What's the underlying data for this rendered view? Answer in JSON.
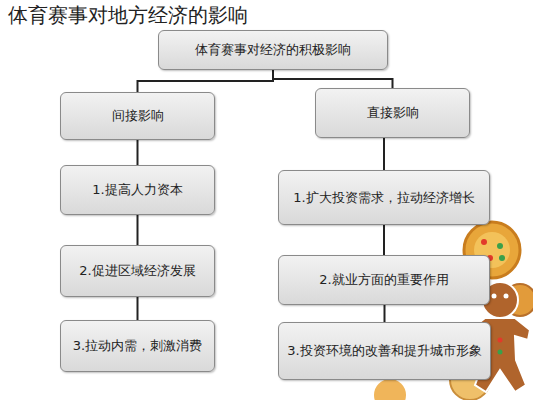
{
  "diagram": {
    "title": "体育赛事对地方经济的影响",
    "nodes": [
      {
        "text": [
          "体育赛事对经济的积极影响"
        ]
      },
      {
        "text": [
          "间接影响"
        ]
      },
      {
        "text": [
          "直接影响"
        ]
      },
      {
        "text": [
          "1.提高人力资本"
        ]
      },
      {
        "text": [
          "2.促进区域经济发展"
        ]
      },
      {
        "text": [
          "3.拉动内需，刺激消费"
        ]
      },
      {
        "text": [
          "1.扩大投资需求，拉动经济增长"
        ]
      },
      {
        "text": [
          "2.就业方面的重要作用"
        ]
      },
      {
        "text": [
          "3.投资环境的改善和提升城市形象"
        ]
      }
    ],
    "edges": [
      {
        "from": 0,
        "to": 1,
        "arrow": "none"
      },
      {
        "from": 0,
        "to": 2,
        "arrow": "none"
      },
      {
        "from": 1,
        "to": 3,
        "arrow": "none"
      },
      {
        "from": 3,
        "to": 4,
        "arrow": "none"
      },
      {
        "from": 4,
        "to": 5,
        "arrow": "none"
      },
      {
        "from": 2,
        "to": 6,
        "arrow": "none"
      },
      {
        "from": 6,
        "to": 7,
        "arrow": "none"
      },
      {
        "from": 7,
        "to": 8,
        "arrow": "none"
      }
    ]
  }
}
